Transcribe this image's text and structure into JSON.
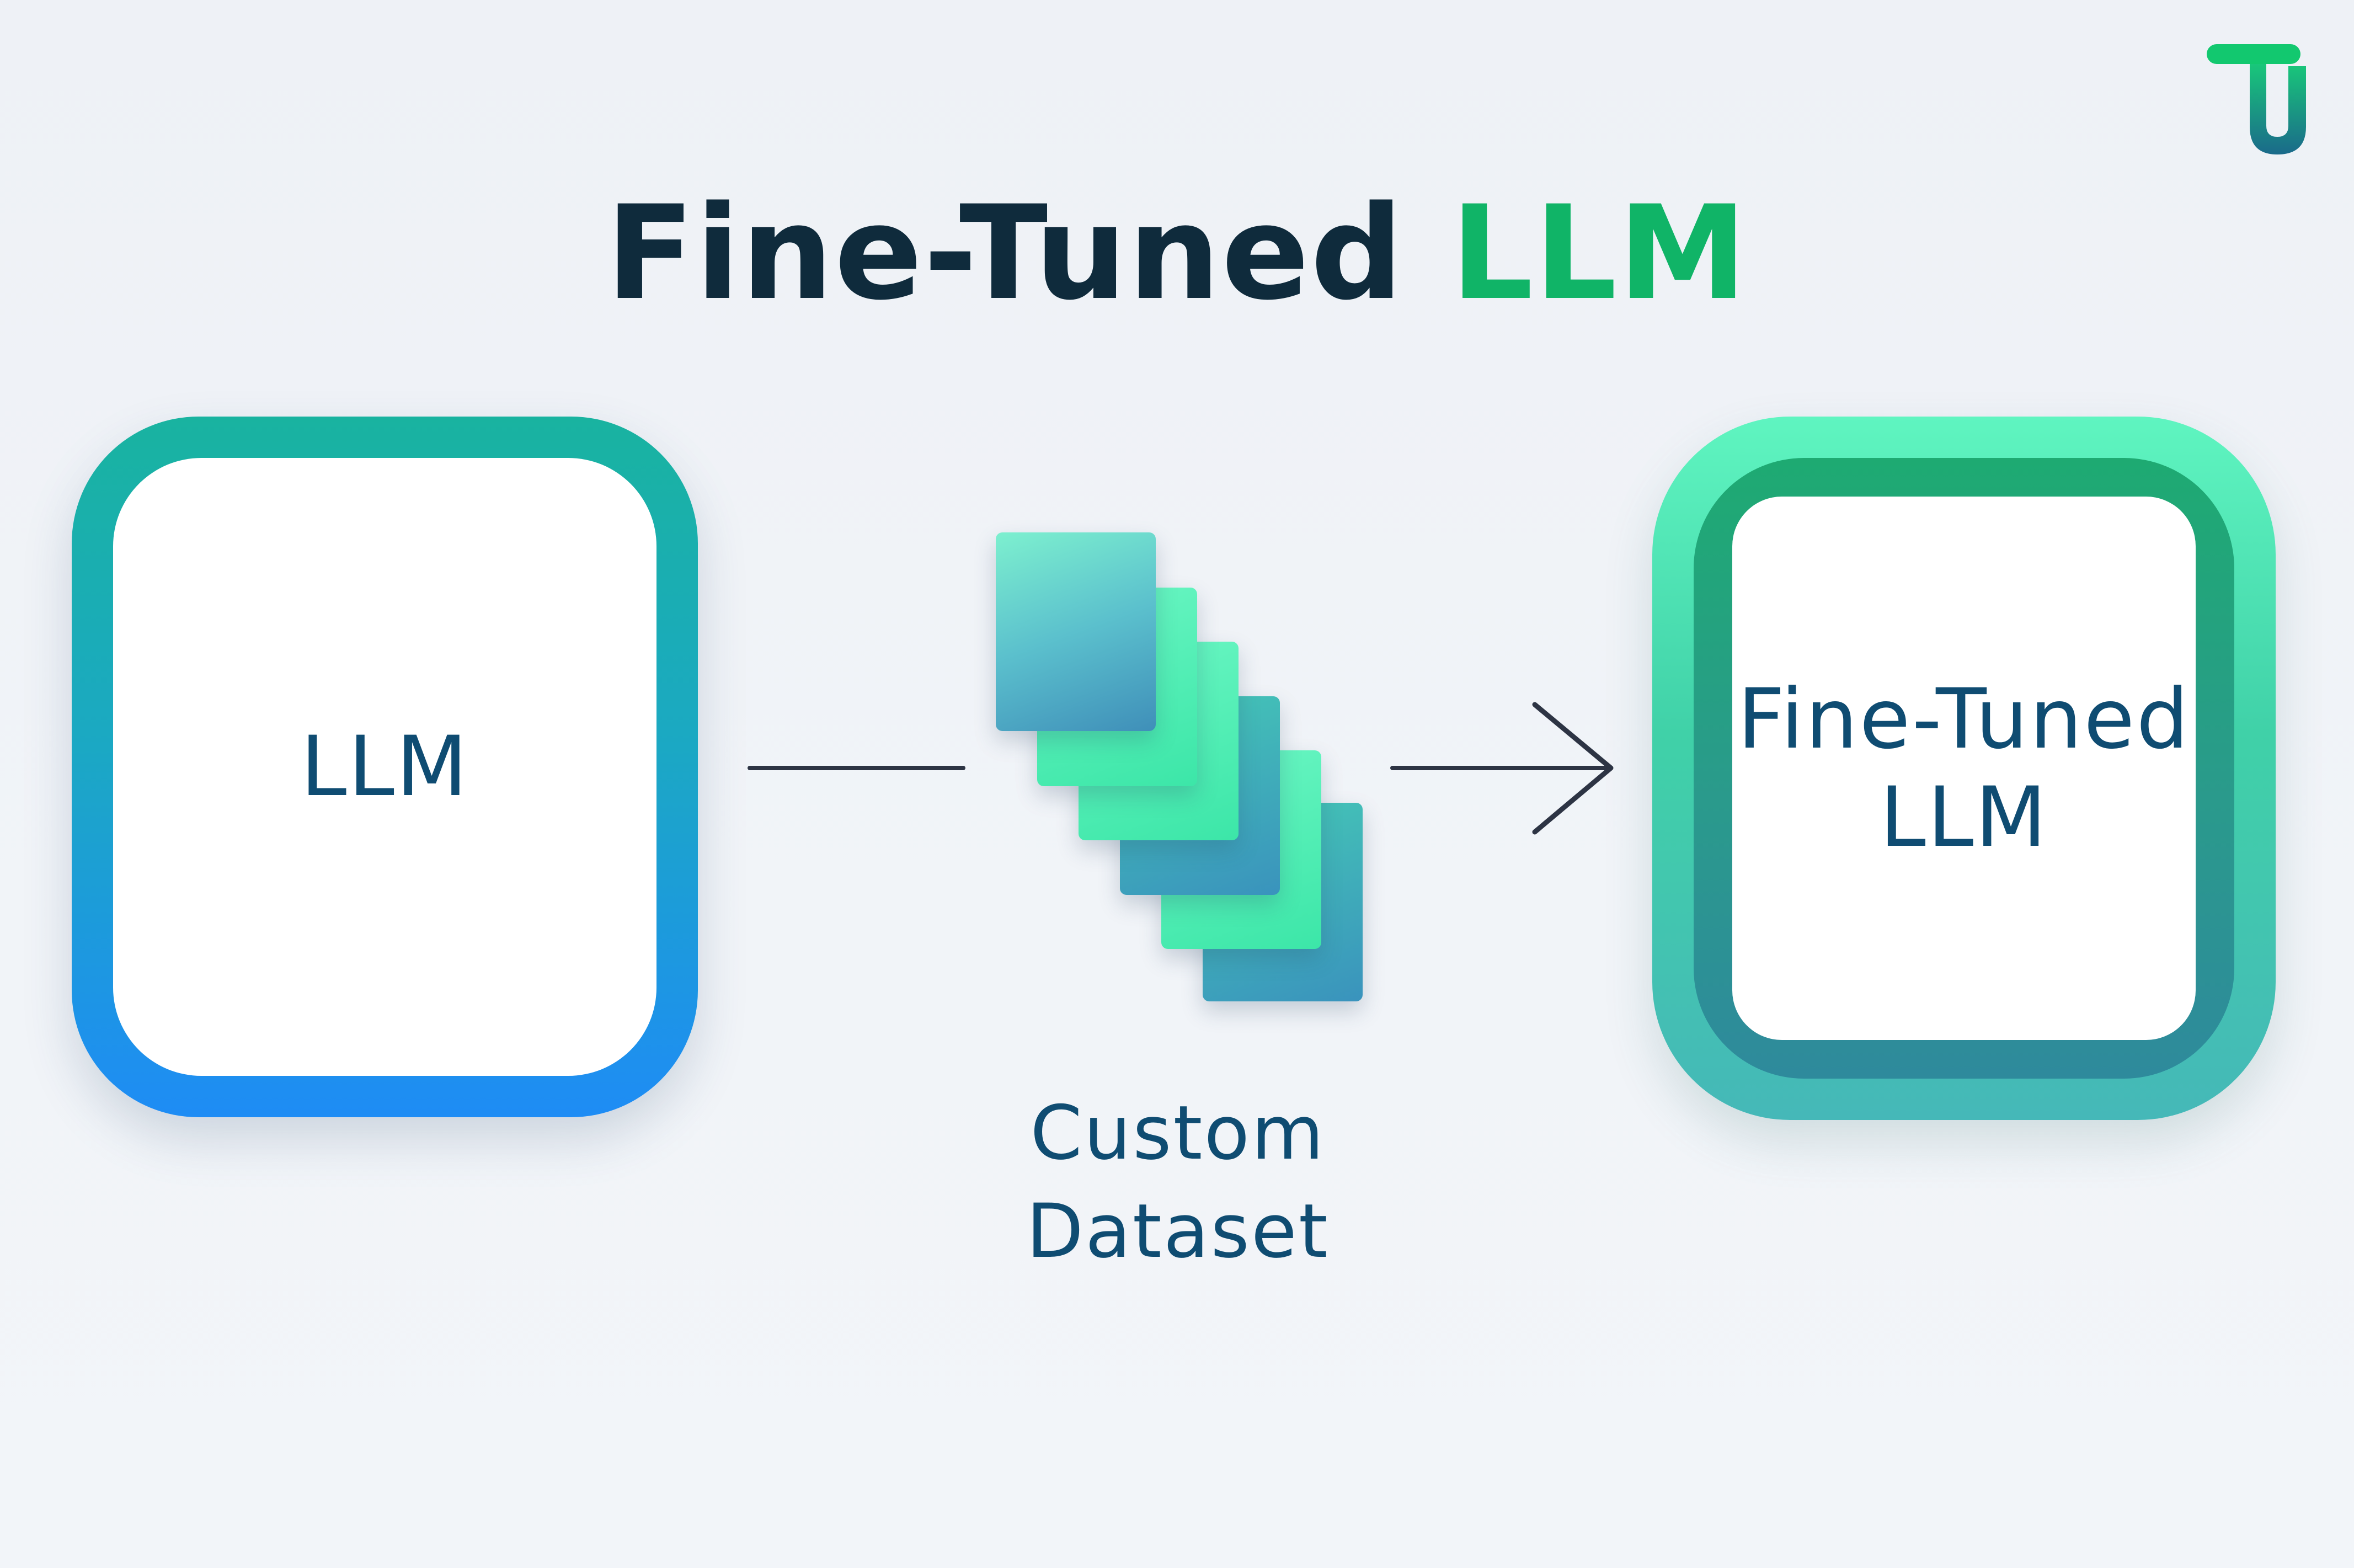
{
  "title": {
    "part1": "Fine-Tuned ",
    "part2": "LLM"
  },
  "colors": {
    "title_dark": "#0f2b3c",
    "title_accent": "#10b467",
    "label_text": "#0f4c72",
    "connector": "#2d3444"
  },
  "nodes": {
    "base_model": {
      "label": "LLM"
    },
    "dataset": {
      "line1": "Custom",
      "line2": "Dataset"
    },
    "fine_tuned_model": {
      "line1": "Fine-Tuned",
      "line2": "LLM"
    }
  },
  "icons": {
    "logo": "tu-logo-icon",
    "arrow": "arrow-right-icon",
    "dataset": "stacked-documents-icon"
  }
}
